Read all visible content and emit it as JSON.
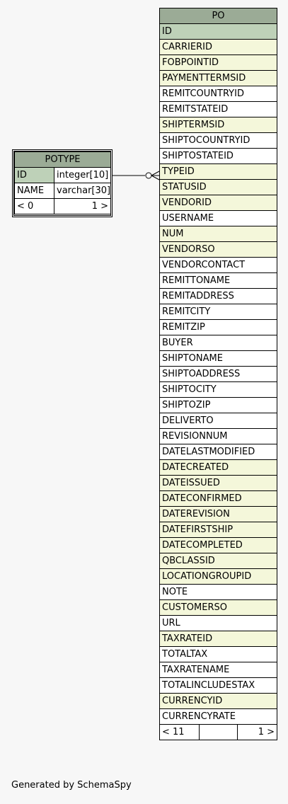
{
  "po": {
    "title": "PO",
    "columns": [
      {
        "name": "ID",
        "kind": "pk"
      },
      {
        "name": "CARRIERID",
        "kind": "fk"
      },
      {
        "name": "FOBPOINTID",
        "kind": "fk"
      },
      {
        "name": "PAYMENTTERMSID",
        "kind": "fk"
      },
      {
        "name": "REMITCOUNTRYID",
        "kind": "plain"
      },
      {
        "name": "REMITSTATEID",
        "kind": "plain"
      },
      {
        "name": "SHIPTERMSID",
        "kind": "fk"
      },
      {
        "name": "SHIPTOCOUNTRYID",
        "kind": "plain"
      },
      {
        "name": "SHIPTOSTATEID",
        "kind": "plain"
      },
      {
        "name": "TYPEID",
        "kind": "fk"
      },
      {
        "name": "STATUSID",
        "kind": "fk"
      },
      {
        "name": "VENDORID",
        "kind": "fk"
      },
      {
        "name": "USERNAME",
        "kind": "plain"
      },
      {
        "name": "NUM",
        "kind": "fk"
      },
      {
        "name": "VENDORSO",
        "kind": "fk"
      },
      {
        "name": "VENDORCONTACT",
        "kind": "plain"
      },
      {
        "name": "REMITTONAME",
        "kind": "plain"
      },
      {
        "name": "REMITADDRESS",
        "kind": "plain"
      },
      {
        "name": "REMITCITY",
        "kind": "plain"
      },
      {
        "name": "REMITZIP",
        "kind": "plain"
      },
      {
        "name": "BUYER",
        "kind": "plain"
      },
      {
        "name": "SHIPTONAME",
        "kind": "plain"
      },
      {
        "name": "SHIPTOADDRESS",
        "kind": "plain"
      },
      {
        "name": "SHIPTOCITY",
        "kind": "plain"
      },
      {
        "name": "SHIPTOZIP",
        "kind": "plain"
      },
      {
        "name": "DELIVERTO",
        "kind": "plain"
      },
      {
        "name": "REVISIONNUM",
        "kind": "plain"
      },
      {
        "name": "DATELASTMODIFIED",
        "kind": "plain"
      },
      {
        "name": "DATECREATED",
        "kind": "fk"
      },
      {
        "name": "DATEISSUED",
        "kind": "fk"
      },
      {
        "name": "DATECONFIRMED",
        "kind": "fk"
      },
      {
        "name": "DATEREVISION",
        "kind": "fk"
      },
      {
        "name": "DATEFIRSTSHIP",
        "kind": "fk"
      },
      {
        "name": "DATECOMPLETED",
        "kind": "fk"
      },
      {
        "name": "QBCLASSID",
        "kind": "fk"
      },
      {
        "name": "LOCATIONGROUPID",
        "kind": "fk"
      },
      {
        "name": "NOTE",
        "kind": "plain"
      },
      {
        "name": "CUSTOMERSO",
        "kind": "fk"
      },
      {
        "name": "URL",
        "kind": "plain"
      },
      {
        "name": "TAXRATEID",
        "kind": "fk"
      },
      {
        "name": "TOTALTAX",
        "kind": "plain"
      },
      {
        "name": "TAXRATENAME",
        "kind": "plain"
      },
      {
        "name": "TOTALINCLUDESTAX",
        "kind": "plain"
      },
      {
        "name": "CURRENCYID",
        "kind": "fk"
      },
      {
        "name": "CURRENCYRATE",
        "kind": "plain"
      }
    ],
    "footer_left": "< 11",
    "footer_mid": "",
    "footer_right": "1 >"
  },
  "potype": {
    "title": "POTYPE",
    "rows": [
      {
        "name": "ID",
        "type": "integer[10]",
        "kind": "pk"
      },
      {
        "name": "NAME",
        "type": "varchar[30]",
        "kind": "plain"
      }
    ],
    "footer_left": "< 0",
    "footer_mid": "",
    "footer_right": "1 >"
  },
  "generated_by": "Generated by SchemaSpy"
}
